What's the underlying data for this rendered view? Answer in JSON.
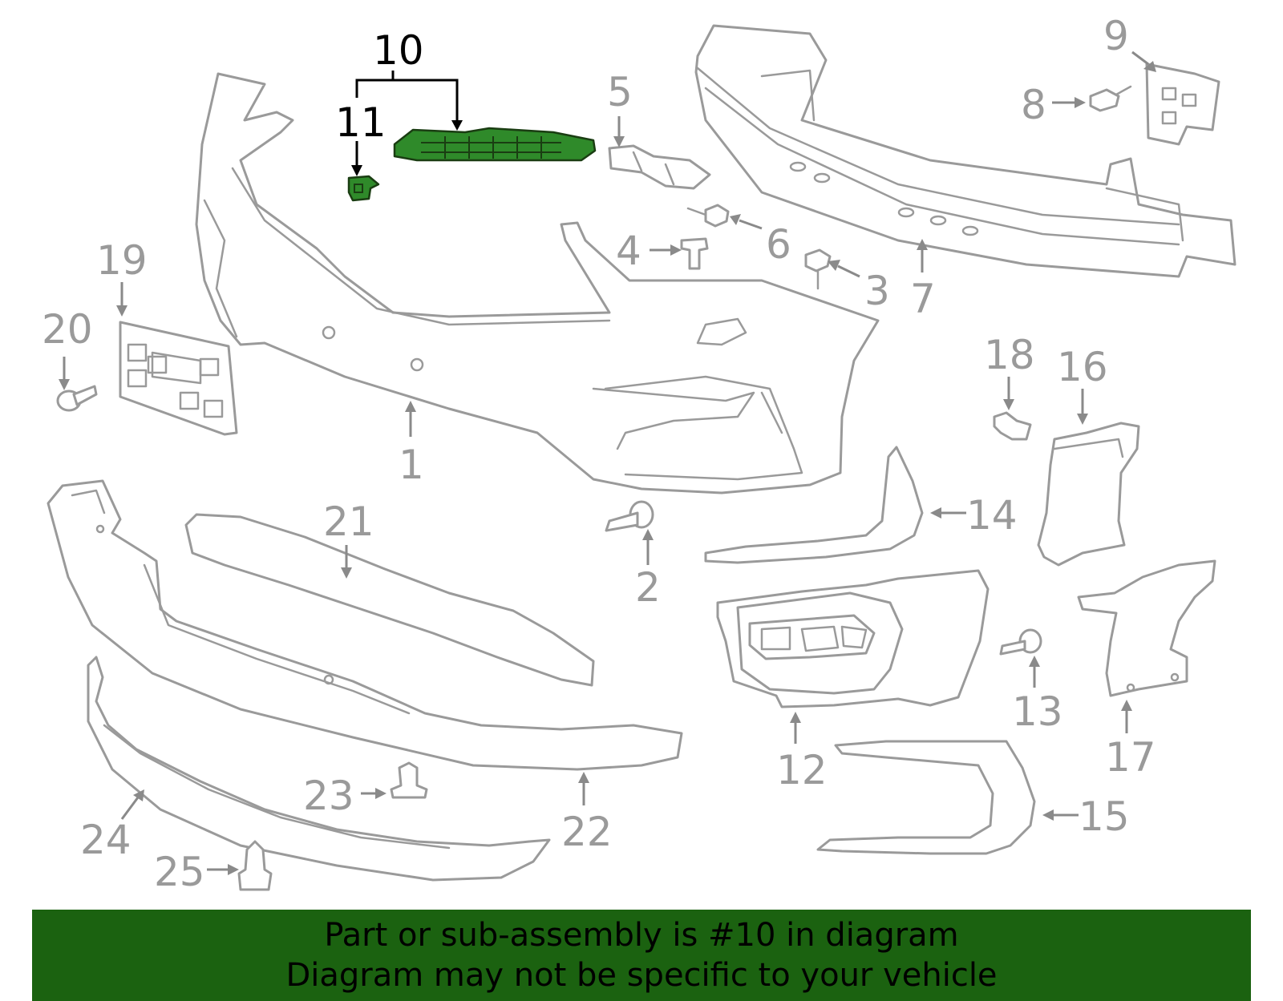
{
  "callouts": {
    "c1": "1",
    "c2": "2",
    "c3": "3",
    "c4": "4",
    "c5": "5",
    "c6": "6",
    "c7": "7",
    "c8": "8",
    "c9": "9",
    "c10": "10",
    "c11": "11",
    "c12": "12",
    "c13": "13",
    "c14": "14",
    "c15": "15",
    "c16": "16",
    "c17": "17",
    "c18": "18",
    "c19": "19",
    "c20": "20",
    "c21": "21",
    "c22": "22",
    "c23": "23",
    "c24": "24",
    "c25": "25"
  },
  "highlighted_part": "10",
  "colors": {
    "highlight_fill": "#2f8a2a",
    "banner_bg": "#1b6210",
    "line_gray": "#9a9a9a"
  },
  "banner": {
    "line1": "Part or sub-assembly is #10 in diagram",
    "line2": "Diagram may not be specific to your vehicle"
  }
}
